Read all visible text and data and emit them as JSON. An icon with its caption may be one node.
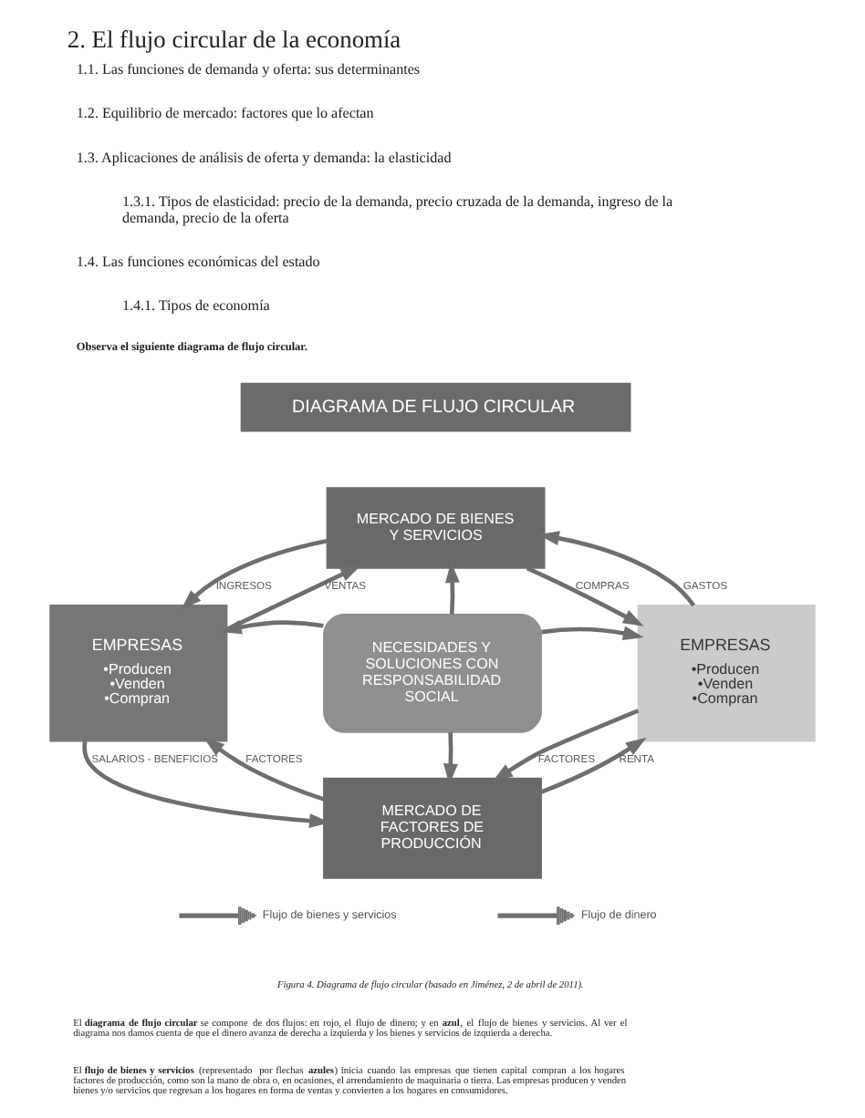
{
  "diagram": {
    "title": "2. El flujo circular de la economía",
    "caption": "Figura 4. Diagrama de flujo circular (basado en Jiménez, 2 de abril de 2011).",
    "nodes": [
      {
        "text": [
          "DIAGRAMA DE FLUJO CIRCULAR"
        ]
      },
      {
        "text": [
          "MERCADO DE BIENES Y SERVICIOS"
        ]
      },
      {
        "text": [
          "EMPRESAS",
          "•Producen",
          "•Venden",
          "•Compran"
        ]
      },
      {
        "text": [
          "NECESIDADES Y SOLUCIONES CON RESPONSABILIDAD SOCIAL"
        ]
      },
      {
        "text": [
          "EMPRESAS",
          "•Producen",
          "•Venden",
          "•Compran"
        ]
      },
      {
        "text": [
          "MERCADO DE FACTORES DE PRODUCCIÓN"
        ]
      }
    ],
    "edges": [
      {
        "from": 1,
        "to": 2,
        "arrow": "to",
        "label": "INGRESOS"
      },
      {
        "from": 2,
        "to": 1,
        "arrow": "to",
        "label": "VENTAS"
      },
      {
        "from": 4,
        "to": 1,
        "arrow": "to",
        "label": "GASTOS"
      },
      {
        "from": 1,
        "to": 4,
        "arrow": "to",
        "label": "COMPRAS"
      },
      {
        "from": 3,
        "to": 1,
        "arrow": "to"
      },
      {
        "from": 3,
        "to": 2,
        "arrow": "to"
      },
      {
        "from": 3,
        "to": 4,
        "arrow": "to"
      },
      {
        "from": 3,
        "to": 5,
        "arrow": "to"
      },
      {
        "from": 5,
        "to": 2,
        "arrow": "to",
        "label": "FACTORES"
      },
      {
        "from": 2,
        "to": 5,
        "arrow": "to",
        "label": "SALARIOS - BENEFICIOS"
      },
      {
        "from": 4,
        "to": 5,
        "arrow": "to",
        "label": "FACTORES"
      },
      {
        "from": 5,
        "to": 4,
        "arrow": "to",
        "label": "RENTA"
      }
    ],
    "labels": [
      "1.1. Las funciones de demanda y oferta: sus determinantes",
      "1.2. Equilibrio de mercado: factores que lo afectan",
      "1.3. Aplicaciones de análisis de oferta y demanda: la elasticidad",
      "1.3.1. Tipos de elasticidad: precio de la demanda, precio cruzada de la demanda, ingreso de la demanda, precio de la oferta",
      "1.4. Las funciones económicas del estado",
      "1.4.1. Tipos de economía",
      "Observa el siguiente diagrama de flujo circular.",
      "El **diagrama de flujo circular** se compone de dos flujos: en rojo, el flujo de dinero; y en **azul**, el flujo de bienes y servicios. Al ver el diagrama nos damos cuenta de que el dinero avanza de derecha a izquierda y los bienes y servicios de izquierda a derecha.",
      "El **flujo de bienes y servicios** (representado por flechas **azules**) inicia cuando las empresas que tienen capital compran a los hogares factores de producción, como son la mano de obra o, en ocasiones, el arrendamiento de maquinaria o tierra. Las empresas producen y venden bienes y/o servicios que regresan a los hogares en forma de ventas y convierten a los hogares en consumidores."
    ],
    "legend": [
      {
        "text": "Flujo de bienes y servicios"
      },
      {
        "text": "Flujo de dinero"
      }
    ]
  }
}
